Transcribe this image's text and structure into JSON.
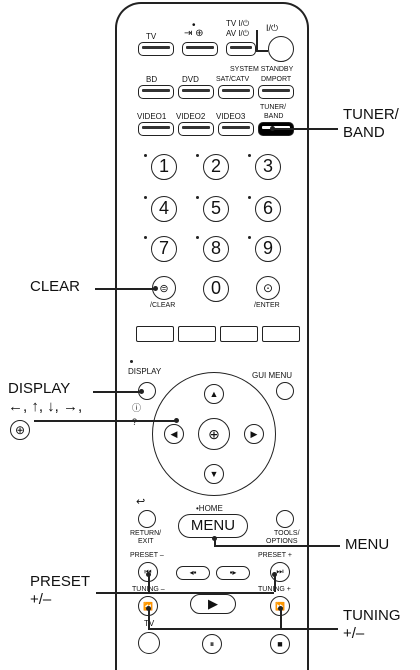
{
  "remote": {
    "top_buttons": {
      "tv": "TV",
      "tv_av_power_top": "TV I/⏻",
      "tv_av_power_bottom": "AV I/⏻",
      "power": "I/⏻",
      "system_standby": "SYSTEM STANDBY"
    },
    "source_buttons": {
      "bd": "BD",
      "dvd": "DVD",
      "sat_catv": "SAT/CATV",
      "dmport": "DMPORT",
      "video1": "VIDEO1",
      "video2": "VIDEO2",
      "video3": "VIDEO3",
      "tuner_band_top": "TUNER/",
      "tuner_band_bottom": "BAND"
    },
    "numpad": [
      "1",
      "2",
      "3",
      "4",
      "5",
      "6",
      "7",
      "8",
      "9",
      "0"
    ],
    "clear_label": "/CLEAR",
    "enter_label": "/ENTER",
    "display_label": "DISPLAY",
    "gui_menu_label": "GUI MENU",
    "return_label_1": "RETURN/",
    "return_label_2": "EXIT",
    "tools_label_1": "TOOLS/",
    "tools_label_2": "OPTIONS",
    "home_label": "•HOME",
    "menu_label": "MENU",
    "preset_minus": "PRESET –",
    "preset_plus": "PRESET +",
    "tuning_minus": "TUNING –",
    "tuning_plus": "TUNING +",
    "tv_small": "TV"
  },
  "callouts": {
    "tuner_band_1": "TUNER/",
    "tuner_band_2": "BAND",
    "clear": "CLEAR",
    "display": "DISPLAY",
    "arrows": "←, ↑, ↓, →,",
    "menu": "MENU",
    "preset_1": "PRESET",
    "preset_2": "+/–",
    "tuning_1": "TUNING",
    "tuning_2": "+/–"
  }
}
